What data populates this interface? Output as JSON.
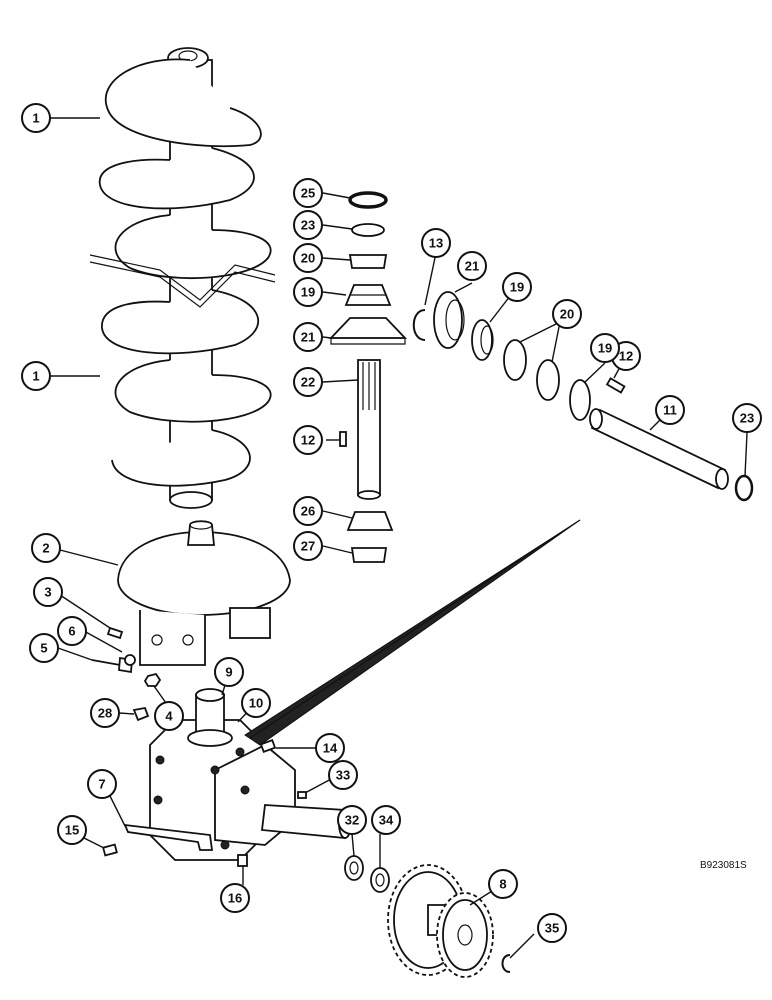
{
  "reference_code": "B923081S",
  "callouts": [
    {
      "id": "c1a",
      "label": "1"
    },
    {
      "id": "c1b",
      "label": "1"
    },
    {
      "id": "c2",
      "label": "2"
    },
    {
      "id": "c3",
      "label": "3"
    },
    {
      "id": "c4",
      "label": "4"
    },
    {
      "id": "c5",
      "label": "5"
    },
    {
      "id": "c6",
      "label": "6"
    },
    {
      "id": "c7",
      "label": "7"
    },
    {
      "id": "c8",
      "label": "8"
    },
    {
      "id": "c9",
      "label": "9"
    },
    {
      "id": "c10",
      "label": "10"
    },
    {
      "id": "c11",
      "label": "11"
    },
    {
      "id": "c12a",
      "label": "12"
    },
    {
      "id": "c12b",
      "label": "12"
    },
    {
      "id": "c13",
      "label": "13"
    },
    {
      "id": "c14",
      "label": "14"
    },
    {
      "id": "c15",
      "label": "15"
    },
    {
      "id": "c16",
      "label": "16"
    },
    {
      "id": "c19a",
      "label": "19"
    },
    {
      "id": "c19b",
      "label": "19"
    },
    {
      "id": "c19c",
      "label": "19"
    },
    {
      "id": "c20a",
      "label": "20"
    },
    {
      "id": "c20b",
      "label": "20"
    },
    {
      "id": "c21a",
      "label": "21"
    },
    {
      "id": "c21b",
      "label": "21"
    },
    {
      "id": "c22",
      "label": "22"
    },
    {
      "id": "c23a",
      "label": "23"
    },
    {
      "id": "c23b",
      "label": "23"
    },
    {
      "id": "c25",
      "label": "25"
    },
    {
      "id": "c26",
      "label": "26"
    },
    {
      "id": "c27",
      "label": "27"
    },
    {
      "id": "c28",
      "label": "28"
    },
    {
      "id": "c32",
      "label": "32"
    },
    {
      "id": "c33",
      "label": "33"
    },
    {
      "id": "c34",
      "label": "34"
    },
    {
      "id": "c35",
      "label": "35"
    }
  ]
}
